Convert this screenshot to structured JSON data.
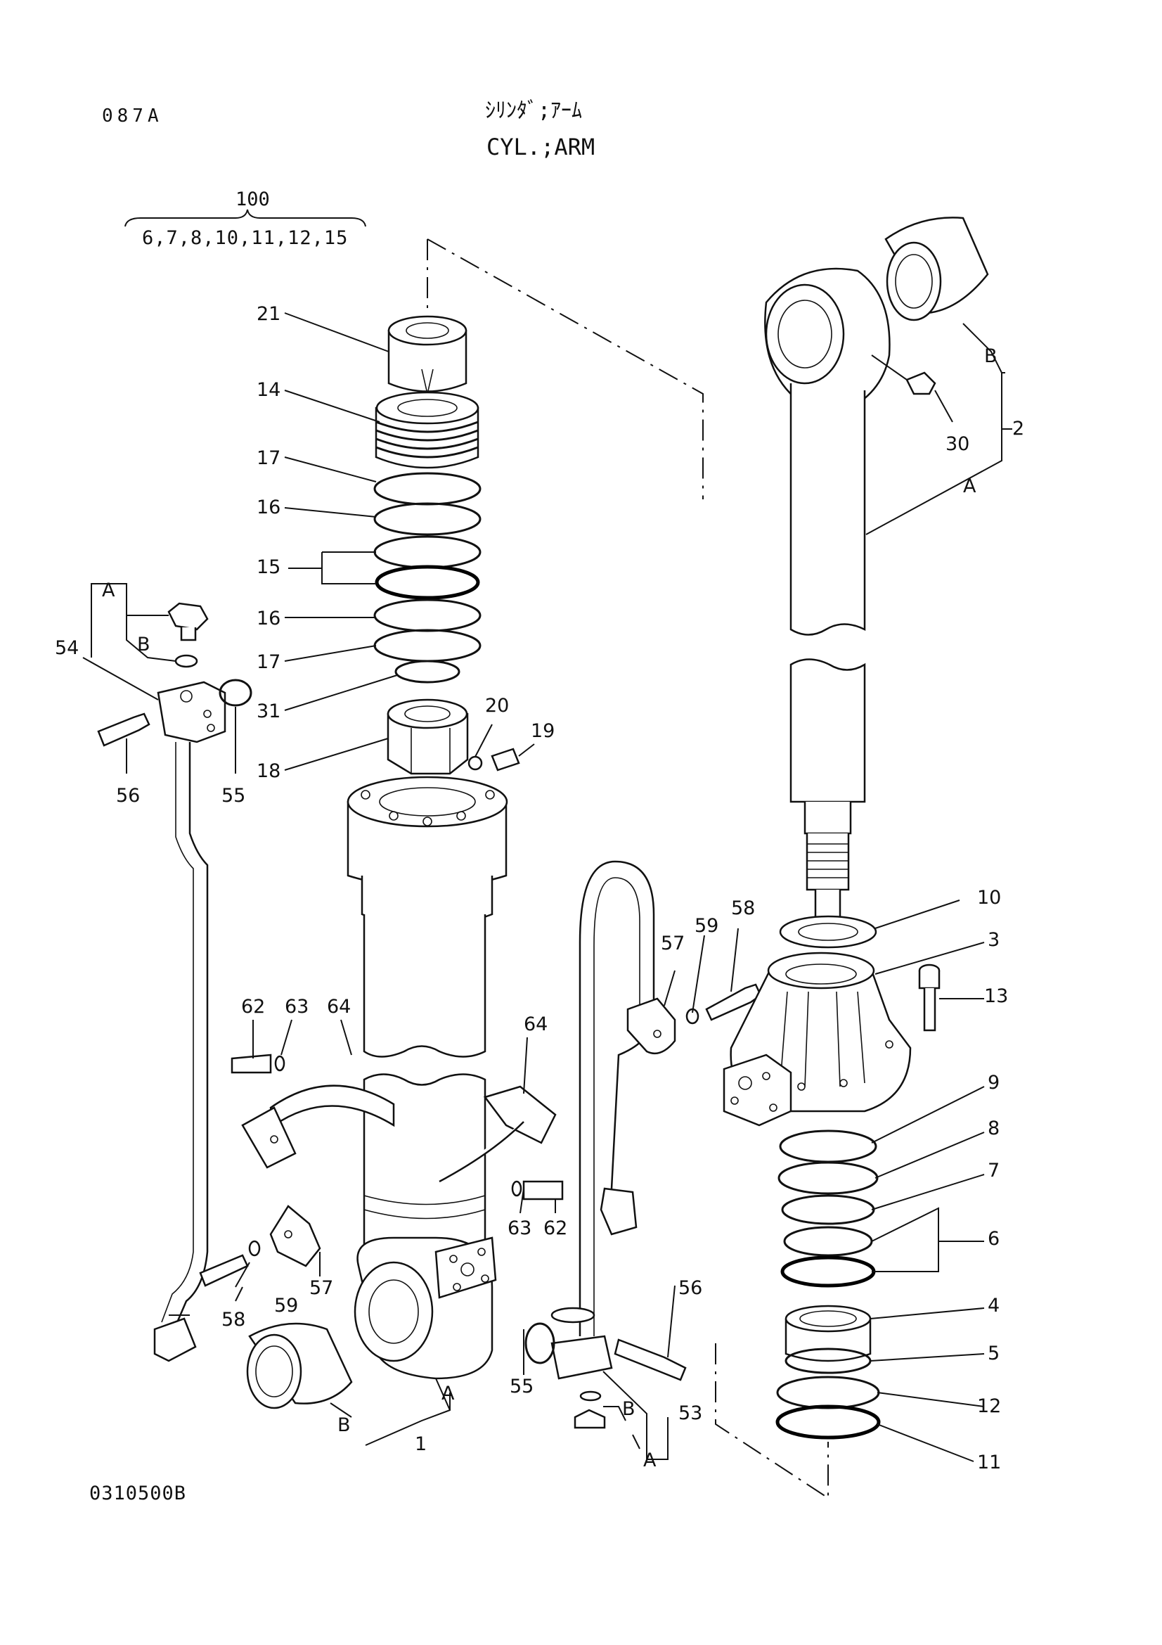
{
  "header": {
    "page_code": "087A",
    "title_jp": "ｼﾘﾝﾀﾞ;ｱｰﾑ",
    "title_en": "CYL.;ARM",
    "drawing_no": "0310500B"
  },
  "kit": {
    "number": "100",
    "items": "6,7,8,10,11,12,15"
  },
  "callouts": [
    {
      "id": "c21",
      "text": "21"
    },
    {
      "id": "c14",
      "text": "14"
    },
    {
      "id": "c17a",
      "text": "17"
    },
    {
      "id": "c16a",
      "text": "16"
    },
    {
      "id": "c15",
      "text": "15"
    },
    {
      "id": "c16b",
      "text": "16"
    },
    {
      "id": "c17b",
      "text": "17"
    },
    {
      "id": "c31",
      "text": "31"
    },
    {
      "id": "c18",
      "text": "18"
    },
    {
      "id": "c20",
      "text": "20"
    },
    {
      "id": "c19",
      "text": "19"
    },
    {
      "id": "c54",
      "text": "54"
    },
    {
      "id": "c56a",
      "text": "56"
    },
    {
      "id": "c55a",
      "text": "55"
    },
    {
      "id": "cAa",
      "text": "A"
    },
    {
      "id": "cBa",
      "text": "B"
    },
    {
      "id": "c62a",
      "text": "62"
    },
    {
      "id": "c63a",
      "text": "63"
    },
    {
      "id": "c64a",
      "text": "64"
    },
    {
      "id": "c64b",
      "text": "64"
    },
    {
      "id": "c63b",
      "text": "63"
    },
    {
      "id": "c62b",
      "text": "62"
    },
    {
      "id": "c57a",
      "text": "57"
    },
    {
      "id": "c59a",
      "text": "59"
    },
    {
      "id": "c58a",
      "text": "58"
    },
    {
      "id": "c58b",
      "text": "58"
    },
    {
      "id": "c59b",
      "text": "59"
    },
    {
      "id": "c57b",
      "text": "57"
    },
    {
      "id": "c55b",
      "text": "55"
    },
    {
      "id": "cAb",
      "text": "A"
    },
    {
      "id": "cBb",
      "text": "B"
    },
    {
      "id": "c1",
      "text": "1"
    },
    {
      "id": "c56b",
      "text": "56"
    },
    {
      "id": "c53",
      "text": "53"
    },
    {
      "id": "cBc",
      "text": "B"
    },
    {
      "id": "cAc",
      "text": "A"
    },
    {
      "id": "cBd",
      "text": "B"
    },
    {
      "id": "c2",
      "text": "2"
    },
    {
      "id": "c30",
      "text": "30"
    },
    {
      "id": "cAd",
      "text": "A"
    },
    {
      "id": "c10",
      "text": "10"
    },
    {
      "id": "c3",
      "text": "3"
    },
    {
      "id": "c13",
      "text": "13"
    },
    {
      "id": "c9",
      "text": "9"
    },
    {
      "id": "c8",
      "text": "8"
    },
    {
      "id": "c7",
      "text": "7"
    },
    {
      "id": "c6",
      "text": "6"
    },
    {
      "id": "c4",
      "text": "4"
    },
    {
      "id": "c5",
      "text": "5"
    },
    {
      "id": "c12",
      "text": "12"
    },
    {
      "id": "c11",
      "text": "11"
    }
  ]
}
